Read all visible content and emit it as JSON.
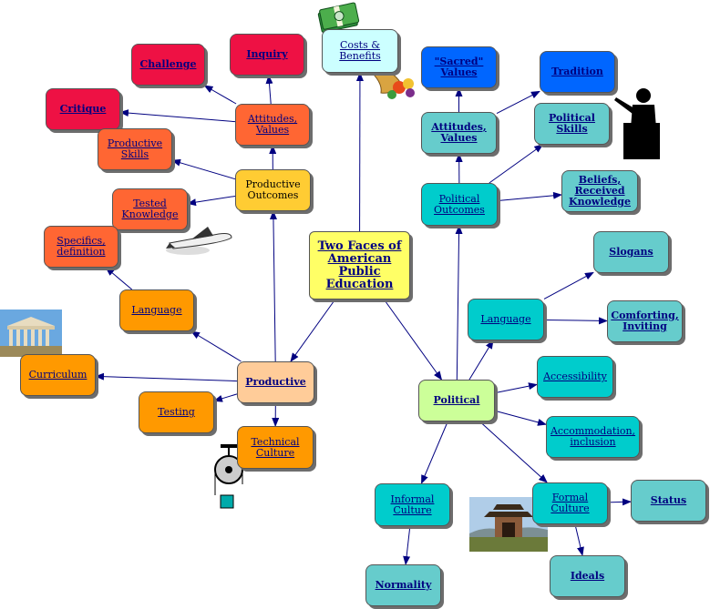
{
  "nodes": [
    {
      "id": "center",
      "label": "Two Faces of American Public Education",
      "color": "yellow",
      "bold": true,
      "big": true
    },
    {
      "id": "productive",
      "label": "Productive",
      "color": "peach",
      "bold": true
    },
    {
      "id": "political",
      "label": "Political",
      "color": "lgreen",
      "bold": true
    },
    {
      "id": "costs",
      "label": "Costs & Benefits",
      "color": "lcyan",
      "bold": false
    },
    {
      "id": "prod_outcomes",
      "label": "Productive Outcomes",
      "color": "gold",
      "bold": false,
      "plain": true
    },
    {
      "id": "attitudes_l",
      "label": "Attitudes, Values",
      "color": "tomato",
      "bold": false
    },
    {
      "id": "challenge",
      "label": "Challenge",
      "color": "red",
      "bold": true
    },
    {
      "id": "inquiry",
      "label": "Inquiry",
      "color": "red",
      "bold": true
    },
    {
      "id": "critique",
      "label": "Critique",
      "color": "red",
      "bold": true
    },
    {
      "id": "prod_skills",
      "label": "Productive Skills",
      "color": "tomato",
      "bold": false
    },
    {
      "id": "tested",
      "label": "Tested Knowledge",
      "color": "tomato",
      "bold": false
    },
    {
      "id": "specifics",
      "label": "Specifics, definition",
      "color": "tomato",
      "bold": false
    },
    {
      "id": "language_l",
      "label": "Language",
      "color": "orange",
      "bold": false
    },
    {
      "id": "curriculum",
      "label": "Curriculum",
      "color": "orange",
      "bold": false
    },
    {
      "id": "testing",
      "label": "Testing",
      "color": "orange",
      "bold": false
    },
    {
      "id": "technical",
      "label": "Technical Culture",
      "color": "orange",
      "bold": false
    },
    {
      "id": "pol_outcomes",
      "label": "Political Outcomes",
      "color": "cyan",
      "bold": false
    },
    {
      "id": "attitudes_r",
      "label": "Attitudes, Values",
      "color": "teal",
      "bold": true
    },
    {
      "id": "sacred",
      "label": "\"Sacred\" Values",
      "color": "blue",
      "bold": true
    },
    {
      "id": "tradition",
      "label": "Tradition",
      "color": "blue",
      "bold": true
    },
    {
      "id": "pol_skills",
      "label": "Political Skills",
      "color": "teal",
      "bold": true
    },
    {
      "id": "beliefs",
      "label": "Beliefs, Received Knowledge",
      "color": "teal",
      "bold": true
    },
    {
      "id": "slogans",
      "label": "Slogans",
      "color": "teal",
      "bold": true
    },
    {
      "id": "language_r",
      "label": "Language",
      "color": "cyan",
      "bold": false
    },
    {
      "id": "comforting",
      "label": "Comforting, Inviting",
      "color": "teal",
      "bold": true
    },
    {
      "id": "accessibility",
      "label": "Accessibility",
      "color": "cyan",
      "bold": false
    },
    {
      "id": "accommodation",
      "label": "Accommodation, inclusion",
      "color": "cyan",
      "bold": false
    },
    {
      "id": "informal",
      "label": "Informal Culture",
      "color": "cyan",
      "bold": false
    },
    {
      "id": "formal",
      "label": "Formal Culture",
      "color": "cyan",
      "bold": false
    },
    {
      "id": "status",
      "label": "Status",
      "color": "teal",
      "bold": true
    },
    {
      "id": "ideals",
      "label": "Ideals",
      "color": "teal",
      "bold": true
    },
    {
      "id": "normality",
      "label": "Normality",
      "color": "teal",
      "bold": true
    }
  ],
  "edges": [
    [
      "center",
      "productive"
    ],
    [
      "center",
      "political"
    ],
    [
      "center",
      "costs"
    ],
    [
      "productive",
      "prod_outcomes"
    ],
    [
      "productive",
      "language_l"
    ],
    [
      "productive",
      "curriculum"
    ],
    [
      "productive",
      "testing"
    ],
    [
      "productive",
      "technical"
    ],
    [
      "prod_outcomes",
      "attitudes_l"
    ],
    [
      "prod_outcomes",
      "prod_skills"
    ],
    [
      "prod_outcomes",
      "tested"
    ],
    [
      "attitudes_l",
      "challenge"
    ],
    [
      "attitudes_l",
      "inquiry"
    ],
    [
      "attitudes_l",
      "critique"
    ],
    [
      "language_l",
      "specifics"
    ],
    [
      "political",
      "pol_outcomes"
    ],
    [
      "political",
      "language_r"
    ],
    [
      "political",
      "accessibility"
    ],
    [
      "political",
      "accommodation"
    ],
    [
      "political",
      "informal"
    ],
    [
      "political",
      "formal"
    ],
    [
      "pol_outcomes",
      "attitudes_r"
    ],
    [
      "pol_outcomes",
      "pol_skills"
    ],
    [
      "pol_outcomes",
      "beliefs"
    ],
    [
      "attitudes_r",
      "sacred"
    ],
    [
      "attitudes_r",
      "tradition"
    ],
    [
      "language_r",
      "slogans"
    ],
    [
      "language_r",
      "comforting"
    ],
    [
      "formal",
      "status"
    ],
    [
      "formal",
      "ideals"
    ],
    [
      "informal",
      "normality"
    ]
  ],
  "pictures": [
    "money-stack-icon",
    "cornucopia-icon",
    "speaker-at-podium-icon",
    "space-shuttle-icon",
    "greek-temple-icon",
    "pulley-weight-icon",
    "chinese-pavilion-icon"
  ]
}
